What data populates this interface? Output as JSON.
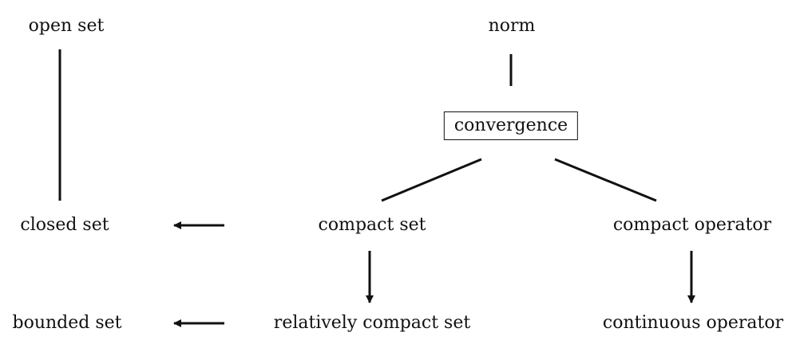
{
  "nodes": {
    "open_set": "open set",
    "closed_set": "closed set",
    "bounded_set": "bounded set",
    "norm": "norm",
    "convergence": "convergence",
    "compact_set": "compact set",
    "compact_operator": "compact operator",
    "relatively_compact_set": "relatively compact set",
    "continuous_operator": "continuous operator"
  },
  "edges": [
    {
      "from": "open_set",
      "to": "closed_set",
      "style": "line"
    },
    {
      "from": "norm",
      "to": "convergence",
      "style": "line"
    },
    {
      "from": "convergence",
      "to": "compact_set",
      "style": "line"
    },
    {
      "from": "convergence",
      "to": "compact_operator",
      "style": "line"
    },
    {
      "from": "compact_set",
      "to": "closed_set",
      "style": "arrow"
    },
    {
      "from": "compact_set",
      "to": "relatively_compact_set",
      "style": "arrow"
    },
    {
      "from": "compact_operator",
      "to": "continuous_operator",
      "style": "arrow"
    },
    {
      "from": "relatively_compact_set",
      "to": "bounded_set",
      "style": "arrow"
    }
  ]
}
